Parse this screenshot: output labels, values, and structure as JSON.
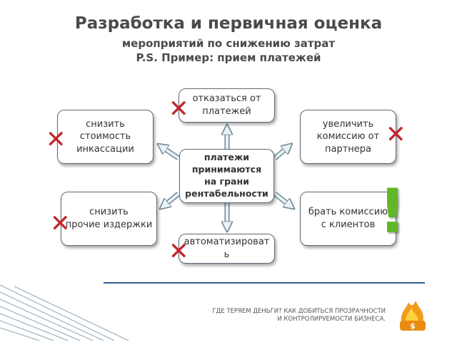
{
  "title": "Разработка и первичная оценка",
  "subtitle_line1": "мероприятий по снижению затрат",
  "subtitle_line2": "P.S. Пример: прием платежей",
  "center": "платежи\nпринимаются\nна грани\nрентабельности",
  "nodes": {
    "top": "отказаться от\nплатежей",
    "top_left": "снизить\nстоимость\nинкассации",
    "top_right": "увеличить\nкомиссию от\nпартнера",
    "bottom_left": "снизить\nпрочие издержки",
    "bottom_right": "брать комиссию\nс клиентов",
    "bottom": "автоматизироват\nь"
  },
  "marks": {
    "cross": "✕",
    "exclamation": "!"
  },
  "footer_line1": "ГДЕ ТЕРЯЕМ ДЕНЬГИ? КАК ДОБИТЬСЯ ПРОЗРАЧНОСТИ",
  "footer_line2": "И КОНТРОЛИРУЕМОСТИ БИЗНЕСА.",
  "colors": {
    "cross": "#c0262d",
    "exclamation": "#63b62a",
    "arrow": "#e8f3f7",
    "arrow_stroke": "#6f8795",
    "rule": "#2d5f8a"
  },
  "icons": [
    "fire-dollar-icon"
  ]
}
